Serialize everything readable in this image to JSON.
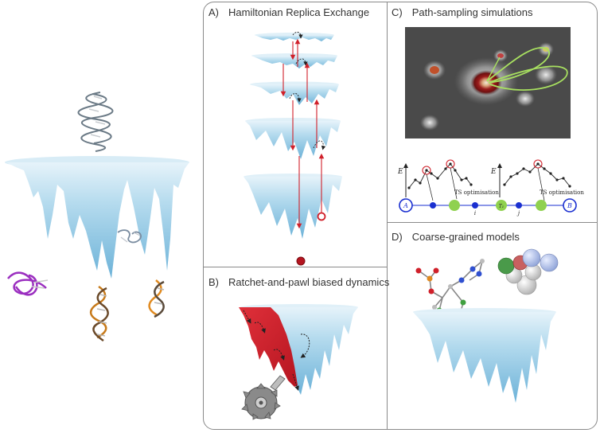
{
  "panels": {
    "a": {
      "label": "A)",
      "title": "Hamiltonian Replica Exchange"
    },
    "b": {
      "label": "B)",
      "title": "Ratchet-and-pawl biased dynamics"
    },
    "c": {
      "label": "C)",
      "title": "Path-sampling simulations"
    },
    "d": {
      "label": "D)",
      "title": "Coarse-grained models"
    }
  },
  "path_diagram": {
    "energy_axis_label": "E",
    "ts_label": "TS optimisation",
    "node_a": "A",
    "node_b": "B",
    "node_i": "i",
    "node_j": "j",
    "node_t": "T₁"
  },
  "colors": {
    "landscape": "#8cc4e0",
    "bias_red": "#d0202a",
    "ts_green": "#8fd14f",
    "node_blue": "#1a2fd0",
    "frame": "#8a8a8a"
  }
}
